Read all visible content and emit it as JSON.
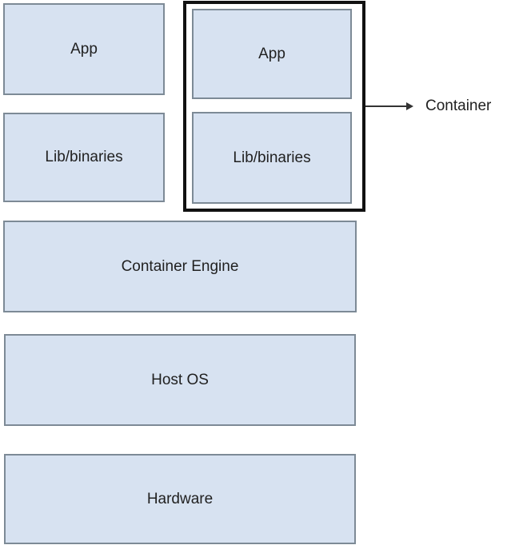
{
  "diagram": {
    "colors": {
      "box_fill": "#d7e2f1",
      "box_border": "#7d8a96",
      "container_outline": "#111111",
      "text": "#212121",
      "arrow": "#333333",
      "background": "#ffffff"
    },
    "host_stack": {
      "app_label": "App",
      "lib_label": "Lib/binaries"
    },
    "container_group": {
      "app_label": "App",
      "lib_label": "Lib/binaries",
      "callout_label": "Container"
    },
    "layers": [
      {
        "label": "Container Engine"
      },
      {
        "label": "Host OS"
      },
      {
        "label": "Hardware"
      }
    ]
  }
}
